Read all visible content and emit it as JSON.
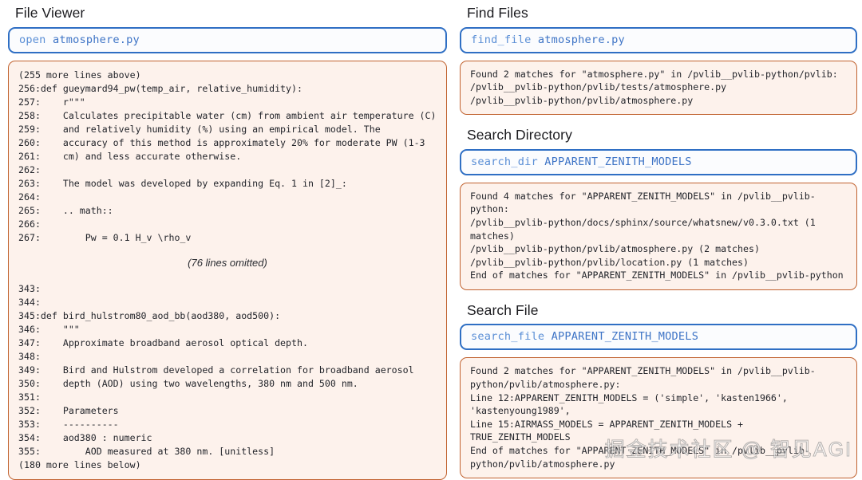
{
  "left": {
    "title": "File Viewer",
    "command": {
      "name": "open",
      "arg": "atmosphere.py"
    },
    "code_lines_top": [
      "(255 more lines above)",
      "256:def gueymard94_pw(temp_air, relative_humidity):",
      "257:    r\"\"\"",
      "258:    Calculates precipitable water (cm) from ambient air temperature (C)",
      "259:    and relatively humidity (%) using an empirical model. The",
      "260:    accuracy of this method is approximately 20% for moderate PW (1-3",
      "261:    cm) and less accurate otherwise.",
      "262:",
      "263:    The model was developed by expanding Eq. 1 in [2]_:",
      "264:",
      "265:    .. math::",
      "266:",
      "267:        Pw = 0.1 H_v \\rho_v"
    ],
    "omitted_note": "(76 lines omitted)",
    "code_lines_bottom": [
      "343:",
      "344:",
      "345:def bird_hulstrom80_aod_bb(aod380, aod500):",
      "346:    \"\"\"",
      "347:    Approximate broadband aerosol optical depth.",
      "348:",
      "349:    Bird and Hulstrom developed a correlation for broadband aerosol",
      "350:    depth (AOD) using two wavelengths, 380 nm and 500 nm.",
      "351:",
      "352:    Parameters",
      "353:    ----------",
      "354:    aod380 : numeric",
      "355:        AOD measured at 380 nm. [unitless]",
      "(180 more lines below)"
    ]
  },
  "right": {
    "find_files": {
      "title": "Find Files",
      "command": {
        "name": "find_file",
        "arg": "atmosphere.py"
      },
      "output": "Found 2 matches for \"atmosphere.py\" in /pvlib__pvlib-python/pvlib:\n/pvlib__pvlib-python/pvlib/tests/atmosphere.py\n/pvlib__pvlib-python/pvlib/atmosphere.py"
    },
    "search_directory": {
      "title": "Search Directory",
      "command": {
        "name": "search_dir",
        "arg": "APPARENT_ZENITH_MODELS"
      },
      "output": "Found 4 matches for \"APPARENT_ZENITH_MODELS\" in /pvlib__pvlib-python:\n/pvlib__pvlib-python/docs/sphinx/source/whatsnew/v0.3.0.txt (1 matches)\n/pvlib__pvlib-python/pvlib/atmosphere.py (2 matches)\n/pvlib__pvlib-python/pvlib/location.py (1 matches)\nEnd of matches for \"APPARENT_ZENITH_MODELS\" in /pvlib__pvlib-python"
    },
    "search_file": {
      "title": "Search File",
      "command": {
        "name": "search_file",
        "arg": "APPARENT_ZENITH_MODELS"
      },
      "output": "Found 2 matches for \"APPARENT_ZENITH_MODELS\" in /pvlib__pvlib-python/pvlib/atmosphere.py:\nLine 12:APPARENT_ZENITH_MODELS = ('simple', 'kasten1966', 'kastenyoung1989',\nLine 15:AIRMASS_MODELS = APPARENT_ZENITH_MODELS + TRUE_ZENITH_MODELS\nEnd of matches for \"APPARENT_ZENITH_MODELS\" in /pvlib__pvlib-python/pvlib/atmosphere.py"
    }
  },
  "watermark": {
    "text": "掘金技术社区 @ 智见AGI"
  },
  "colors": {
    "input_border": "#2f6fc4",
    "input_text": "#3e74c6",
    "output_border": "#c1622f",
    "output_bg": "#fdf2ec",
    "heading": "#1b1b1f"
  }
}
